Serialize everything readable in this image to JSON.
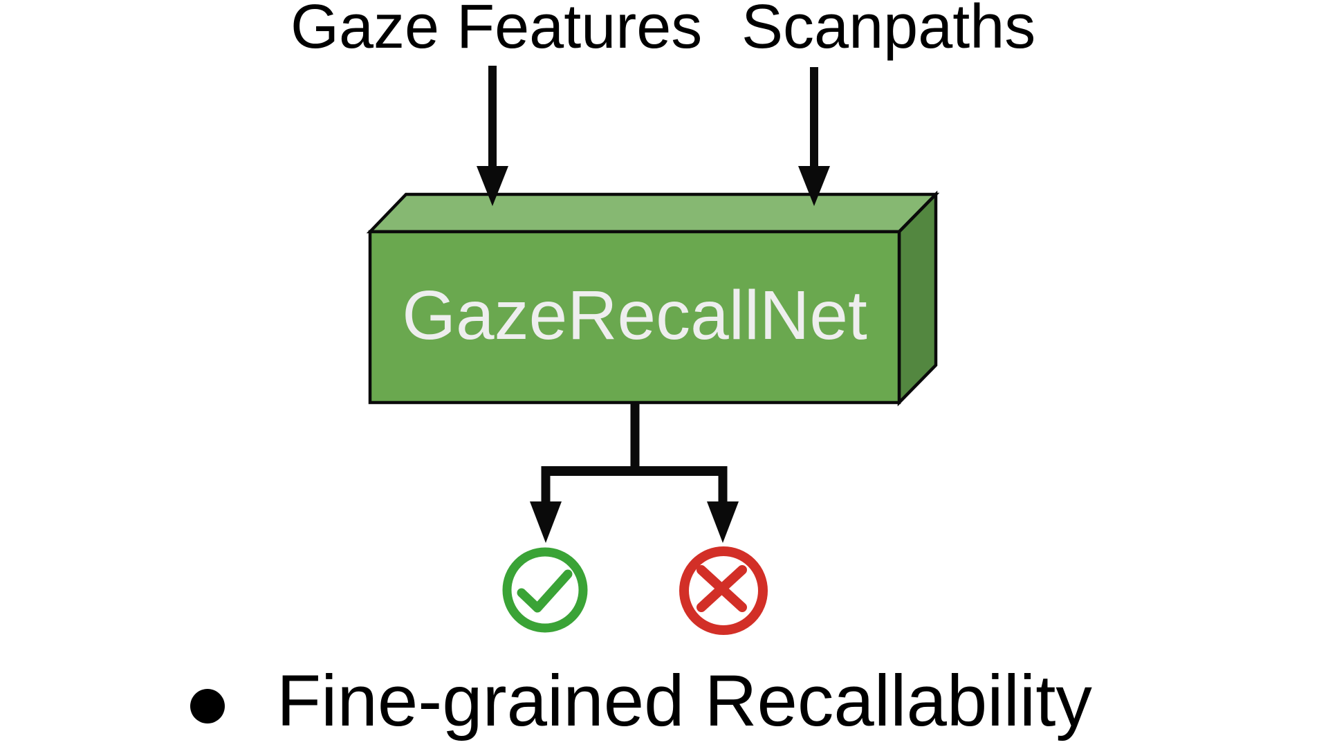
{
  "figure": {
    "background_color": "#ffffff",
    "inputs": [
      {
        "label": "Gaze Features"
      },
      {
        "label": "Scanpaths"
      }
    ],
    "model": {
      "name": "GazeRecallNet",
      "box_colors": {
        "front": "#6aa84f",
        "top": "#86b872",
        "side": "#538740",
        "outline": "#0a0a0a",
        "label_color": "#eeeeee"
      }
    },
    "arrow_color": "#0a0a0a",
    "outputs": [
      {
        "icon": "check-circle-icon",
        "color": "#3aa336"
      },
      {
        "icon": "x-circle-icon",
        "color": "#d22f27"
      }
    ],
    "caption": {
      "text": "Fine-grained Recallability",
      "bullet_color": "#000000",
      "text_color": "#000000"
    }
  }
}
